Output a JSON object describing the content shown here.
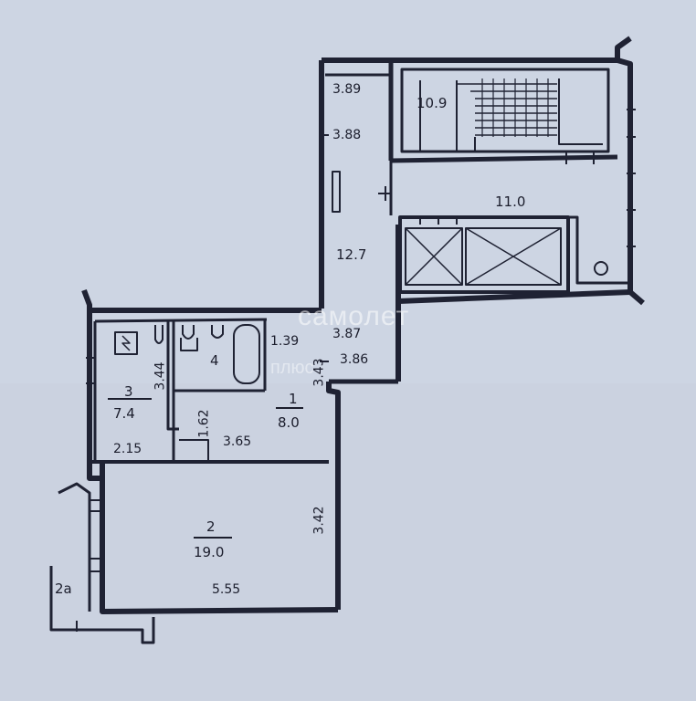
{
  "rooms": {
    "room1": {
      "number": "1",
      "area": "8.0"
    },
    "room2": {
      "number": "2",
      "area": "19.0"
    },
    "room2a": {
      "number": "2a"
    },
    "room3": {
      "number": "3",
      "area": "7.4"
    },
    "room4": {
      "number": "4"
    },
    "corridor": {
      "area": "12.7"
    },
    "stair": {
      "area": "10.9"
    },
    "hall": {
      "area": "11.0"
    }
  },
  "dimensions": {
    "d389": "3.89",
    "d388": "3.88",
    "d387": "3.87",
    "d386": "3.86",
    "d139": "1.39",
    "d344": "3.44",
    "d343": "3.43",
    "d162": "1.62",
    "d215": "2.15",
    "d365": "3.65",
    "d342": "3.42",
    "d555": "5.55"
  },
  "watermark": {
    "text": "самолет",
    "sub": "плюс"
  }
}
